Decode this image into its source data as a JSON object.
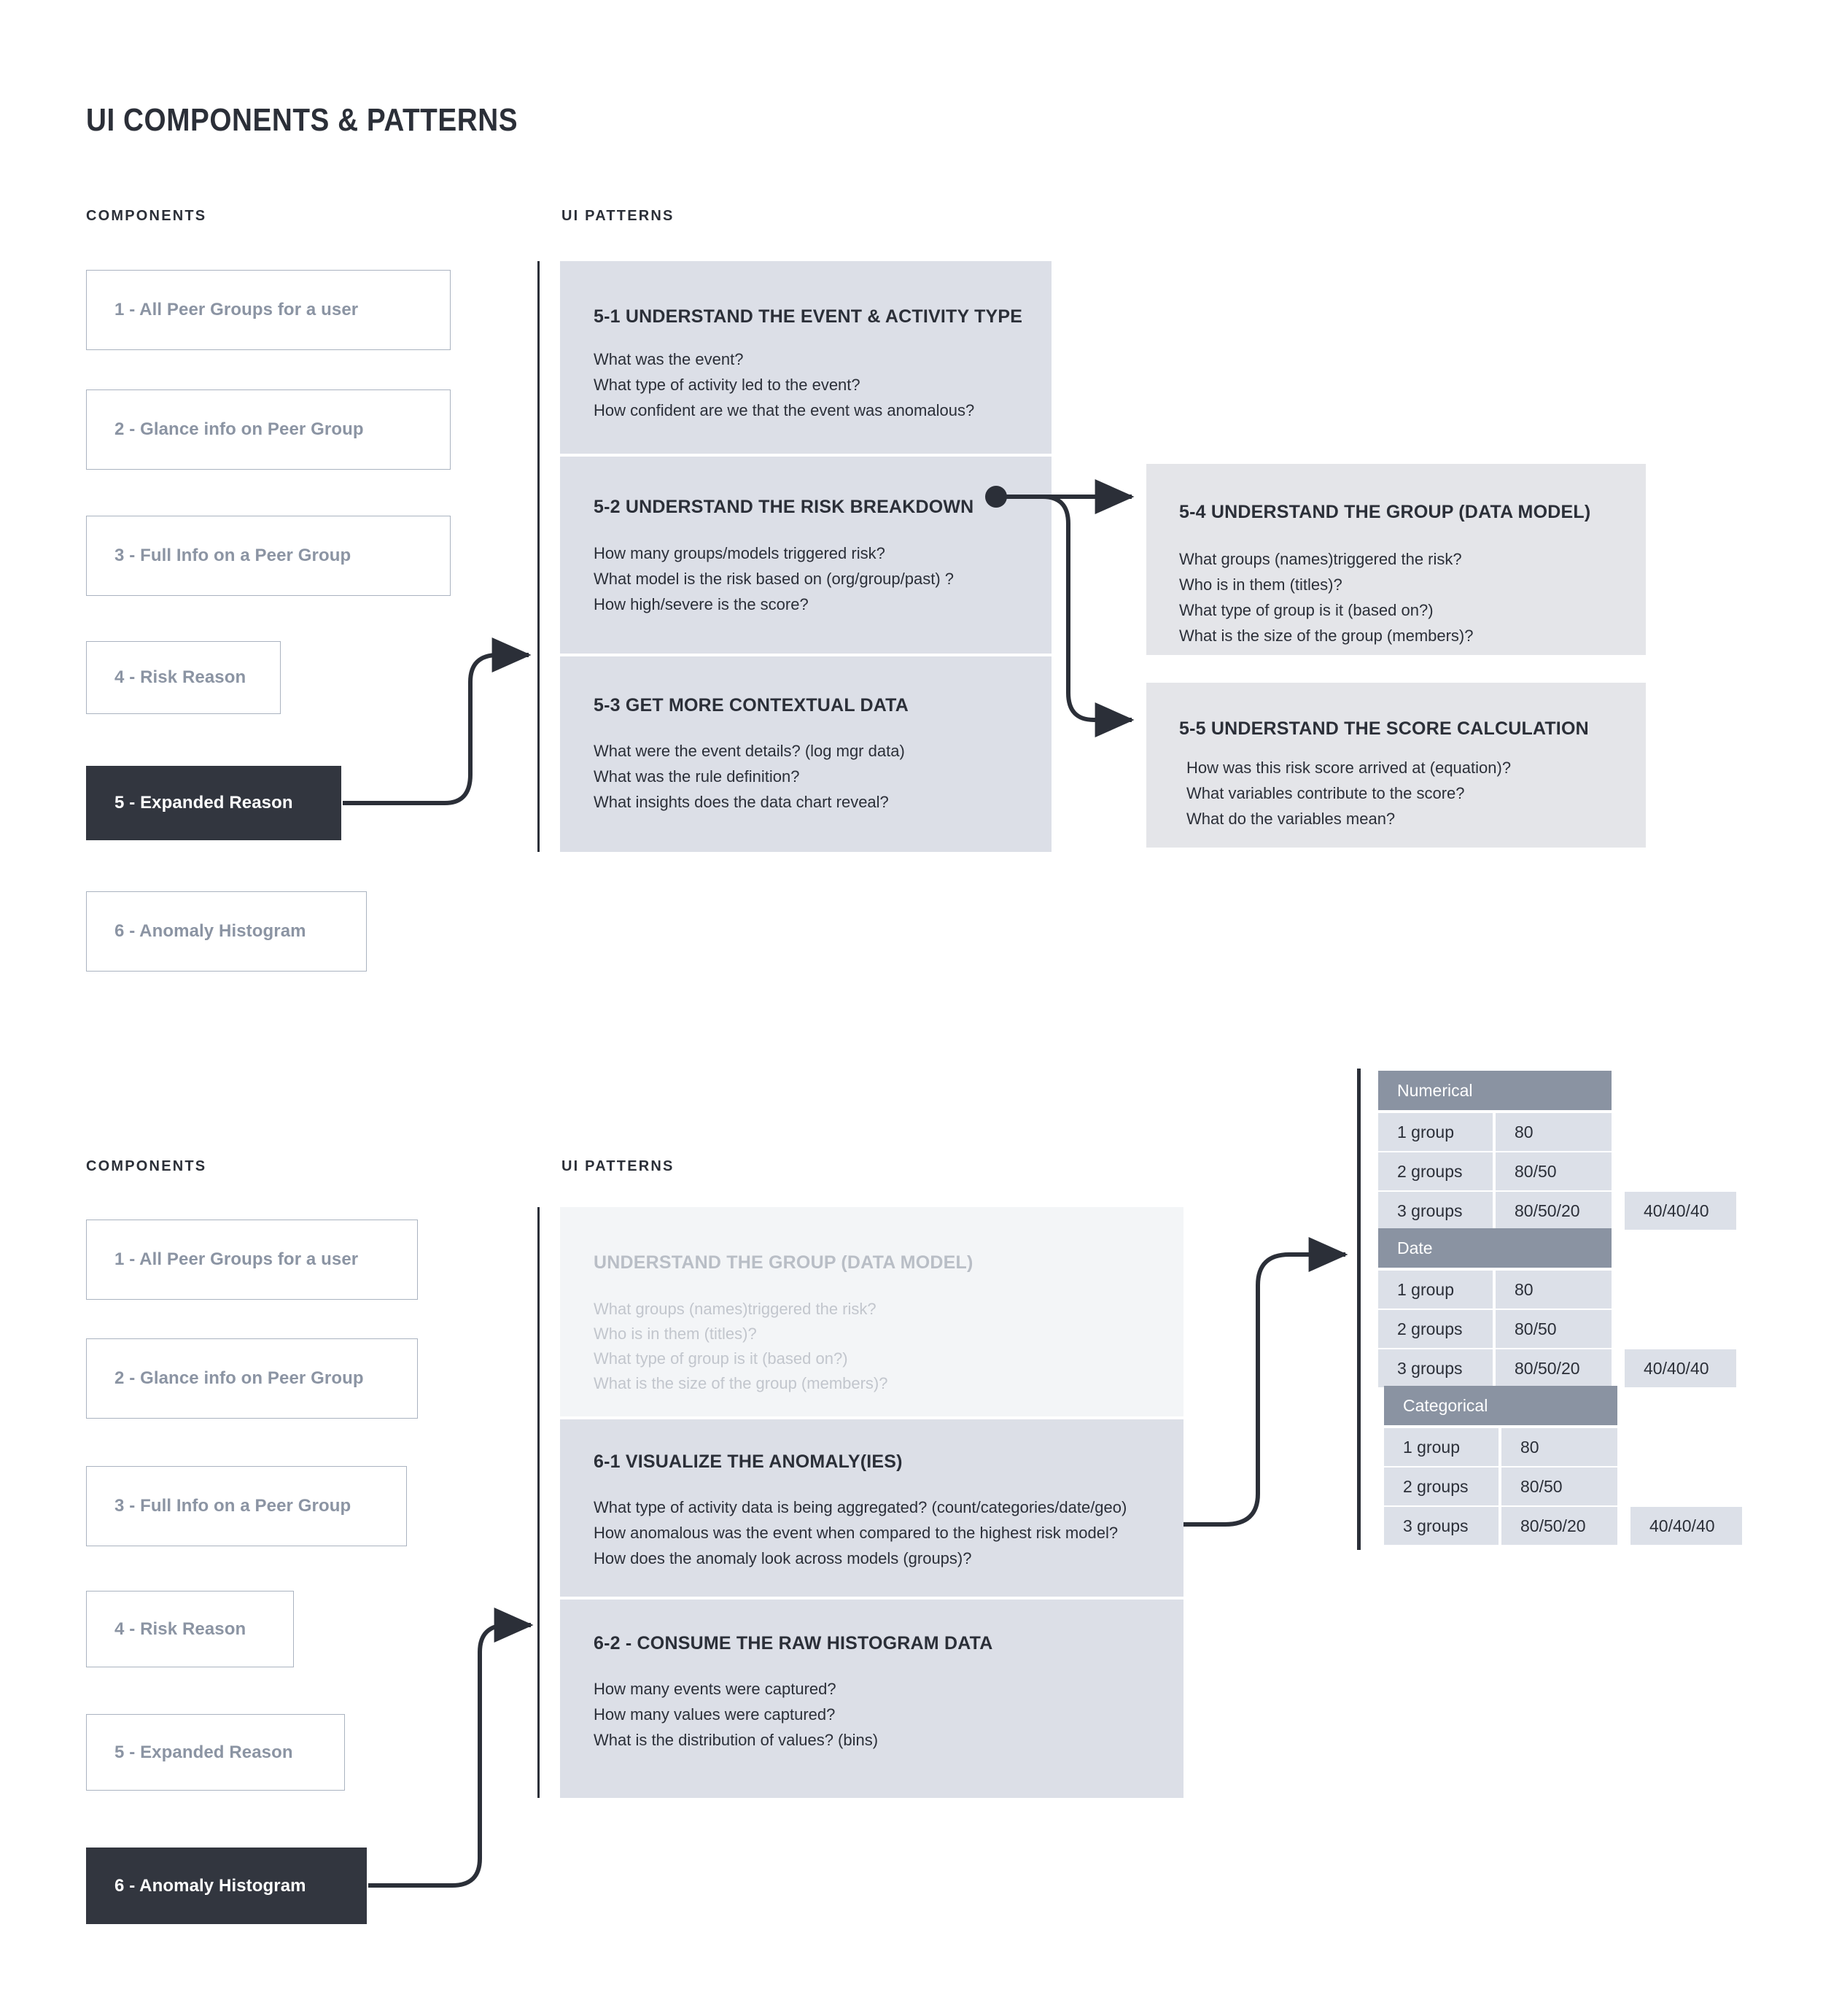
{
  "title": "UI COMPONENTS & PATTERNS",
  "sections": [
    {
      "components_label": "COMPONENTS",
      "patterns_label": "UI PATTERNS",
      "components": [
        {
          "label": "1 - All Peer Groups for a user",
          "active": false
        },
        {
          "label": "2 - Glance info on Peer Group",
          "active": false
        },
        {
          "label": "3 - Full Info on a Peer Group",
          "active": false
        },
        {
          "label": "4 - Risk Reason",
          "active": false
        },
        {
          "label": "5 - Expanded Reason",
          "active": true
        },
        {
          "label": "6 - Anomaly Histogram",
          "active": false
        }
      ],
      "patterns": [
        {
          "heading": "5-1 UNDERSTAND THE EVENT & ACTIVITY TYPE",
          "lines": [
            "What was the event?",
            "What type of activity led to the event?",
            "How confident are we that the event was anomalous?"
          ]
        },
        {
          "heading": "5-2 UNDERSTAND THE RISK BREAKDOWN",
          "lines": [
            "How many groups/models triggered risk?",
            "What model is the risk based on (org/group/past) ?",
            "How high/severe is the score?"
          ]
        },
        {
          "heading": "5-3 GET MORE CONTEXTUAL DATA",
          "lines": [
            "What were the event details? (log mgr data)",
            "What was the rule definition?",
            "What insights does the data chart reveal?"
          ]
        }
      ],
      "patterns_right": [
        {
          "heading": "5-4 UNDERSTAND THE GROUP (DATA MODEL)",
          "lines": [
            "What groups (names)triggered the risk?",
            "Who is in them (titles)?",
            "What type of group is it (based on?)",
            "What is the size of the group (members)?"
          ]
        },
        {
          "heading": "5-5 UNDERSTAND THE SCORE CALCULATION",
          "lines": [
            "How was this risk score arrived at (equation)?",
            "What variables contribute to the score?",
            "What do the variables mean?"
          ]
        }
      ]
    },
    {
      "components_label": "COMPONENTS",
      "patterns_label": "UI PATTERNS",
      "components": [
        {
          "label": "1 - All Peer Groups for a user",
          "active": false
        },
        {
          "label": "2 - Glance info on Peer Group",
          "active": false
        },
        {
          "label": "3 - Full Info on a Peer Group",
          "active": false
        },
        {
          "label": "4 - Risk Reason",
          "active": false
        },
        {
          "label": "5 - Expanded Reason",
          "active": false
        },
        {
          "label": "6 - Anomaly Histogram",
          "active": true
        }
      ],
      "patterns": [
        {
          "heading": "UNDERSTAND THE GROUP (DATA MODEL)",
          "faded": true,
          "lines": [
            "What groups (names)triggered the risk?",
            "Who is in them (titles)?",
            "What type of group is it (based on?)",
            "What is the size of the group (members)?"
          ]
        },
        {
          "heading": "6-1 VISUALIZE THE ANOMALY(IES)",
          "lines": [
            "What type of activity data is being aggregated? (count/categories/date/geo)",
            "How anomalous was the event when compared to the highest risk model?",
            "How does the anomaly look across models (groups)?"
          ]
        },
        {
          "heading": "6-2 - CONSUME THE RAW HISTOGRAM DATA",
          "lines": [
            "How many events were captured?",
            "How many values were captured?",
            "What is the distribution of values? (bins)"
          ]
        }
      ]
    }
  ],
  "tables": [
    {
      "header": "Numerical",
      "rows": [
        {
          "label": "1 group",
          "value": "80",
          "extra": ""
        },
        {
          "label": "2 groups",
          "value": "80/50",
          "extra": ""
        },
        {
          "label": "3 groups",
          "value": "80/50/20",
          "extra": "40/40/40"
        }
      ]
    },
    {
      "header": "Date",
      "rows": [
        {
          "label": "1 group",
          "value": "80",
          "extra": ""
        },
        {
          "label": "2 groups",
          "value": "80/50",
          "extra": ""
        },
        {
          "label": "3 groups",
          "value": "80/50/20",
          "extra": "40/40/40"
        }
      ]
    },
    {
      "header": "Categorical",
      "rows": [
        {
          "label": "1 group",
          "value": "80",
          "extra": ""
        },
        {
          "label": "2 groups",
          "value": "80/50",
          "extra": ""
        },
        {
          "label": "3 groups",
          "value": "80/50/20",
          "extra": "40/40/40"
        }
      ]
    }
  ],
  "colors": {
    "ink": "#2b2f38",
    "muted": "#8b94a3",
    "panel": "#dcdfe7",
    "panel_alt": "#e4e5e9",
    "panel_faded": "#f3f5f7",
    "table_header": "#8a93a2",
    "table_cell": "#dce0e8",
    "box_border": "#aab3c0",
    "active_bg": "#32363f"
  }
}
